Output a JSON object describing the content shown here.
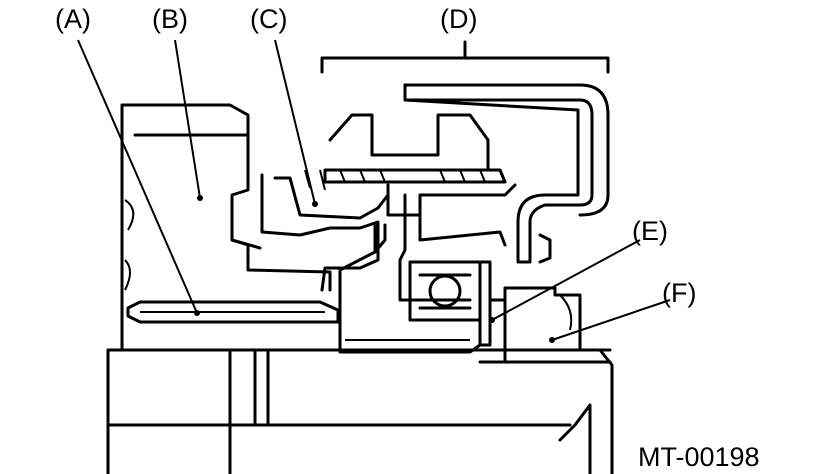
{
  "labels": {
    "a": "(A)",
    "b": "(B)",
    "c": "(C)",
    "d": "(D)",
    "e": "(E)",
    "f": "(F)"
  },
  "figure_code": "MT-00198"
}
